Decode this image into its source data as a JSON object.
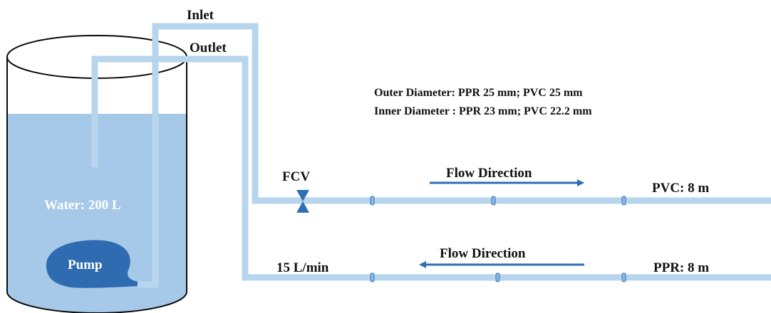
{
  "labels": {
    "inlet": "Inlet",
    "outlet": "Outlet",
    "outer_diameter": "Outer Diameter: PPR 25 mm; PVC 25 mm",
    "inner_diameter": "Inner Diameter : PPR 23 mm; PVC 22.2 mm",
    "fcv": "FCV",
    "flow_direction_top": "Flow Direction",
    "flow_direction_bottom": "Flow Direction",
    "pvc_length": "PVC: 8 m",
    "ppr_length": "PPR: 8 m",
    "water_volume": "Water: 200 L",
    "pump": "Pump",
    "flow_rate": "15 L/min"
  },
  "colors": {
    "pipe": "#b7d6ed",
    "water": "#a7c9e9",
    "pump": "#2f6bb0",
    "arrow": "#2e6eb5",
    "valve": "#2e6eb5",
    "text": "#111111",
    "water_text": "#ffffff"
  }
}
